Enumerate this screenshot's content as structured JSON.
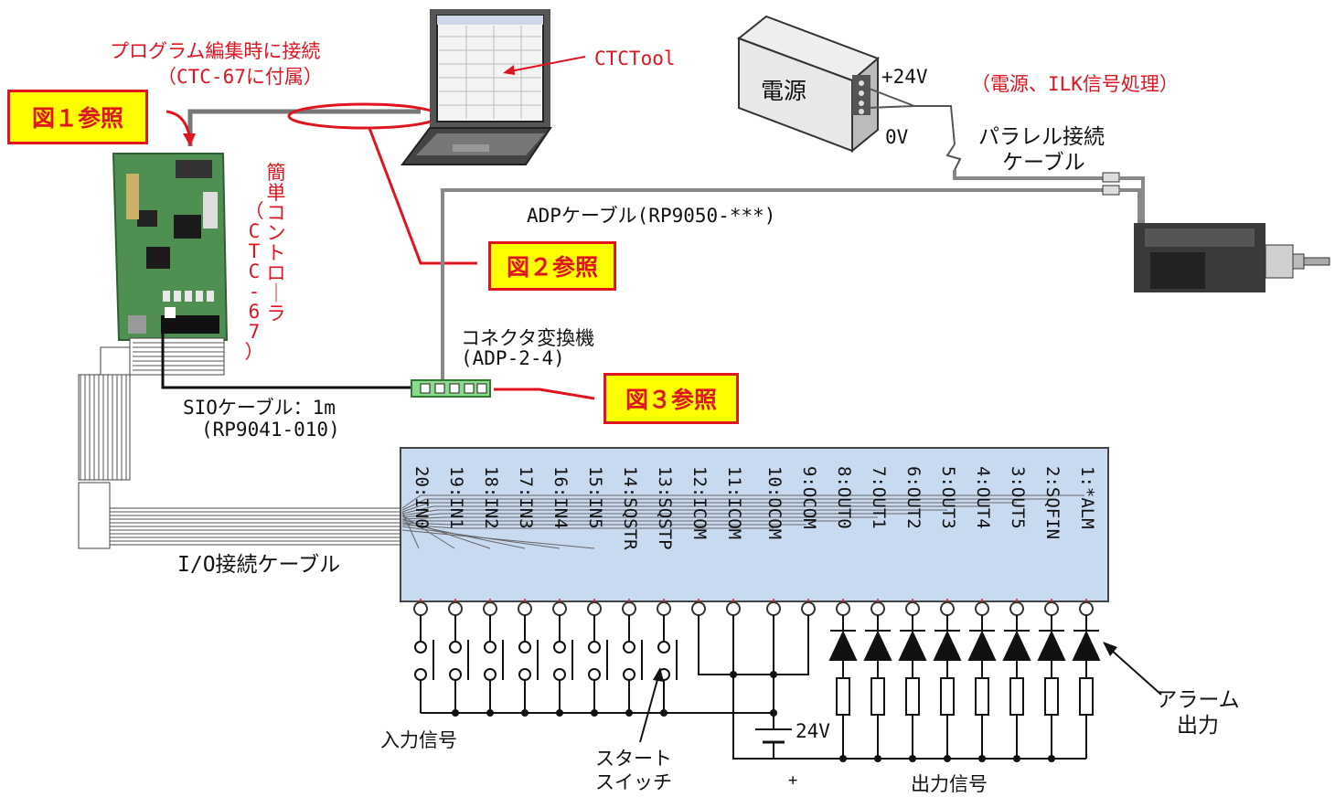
{
  "labels": {
    "prog_connect_1": "プログラム編集時に接続",
    "prog_connect_2": "（CTC-67に付属）",
    "ctctool": "CTCTool",
    "fig1": "図１参照",
    "fig2": "図２参照",
    "fig3": "図３参照",
    "controller_v1": "簡\n単\nコ\nン\nト\nロ\n｜\nラ",
    "controller_v2": "（\nC\nT\nC\n-\n6\n7\n）",
    "power": "電源",
    "v24": "+24V",
    "v0": "0V",
    "power_note": "（電源、ILK信号処理）",
    "parallel_1": "パラレル接続",
    "parallel_2": "ケーブル",
    "adp_cable": "ADPケーブル(RP9050-***)",
    "converter_1": "コネクタ変換機",
    "converter_2": "(ADP-2-4)",
    "sio_1": "SIOケーブル：1m",
    "sio_2": "(RP9041-010)",
    "io_cable": "I/O接続ケーブル",
    "input_signal": "入力信号",
    "start_switch_1": "スタート",
    "start_switch_2": "スイッチ",
    "plus": "+",
    "v24_supply": "24V",
    "output_signal": "出力信号",
    "alarm_1": "アラーム",
    "alarm_2": "出力"
  },
  "terminals": [
    "20:IN0",
    "19:IN1",
    "18:IN2",
    "17:IN3",
    "16:IN4",
    "15:IN5",
    "14:SQSTR",
    "13:SQSTP",
    "12:ICOM",
    "11:ICOM",
    "10:OCOM",
    "9:OCOM",
    "8:OUT0",
    "7:OUT1",
    "6:OUT2",
    "5:OUT3",
    "4:OUT4",
    "3:OUT5",
    "2:SQFIN",
    "1:*ALM"
  ],
  "colors": {
    "accent_red": "#e0141e",
    "badge_yellow": "#ffff00",
    "terminal_block": "#c8daf0",
    "pcb_green": "#4f8f52"
  }
}
